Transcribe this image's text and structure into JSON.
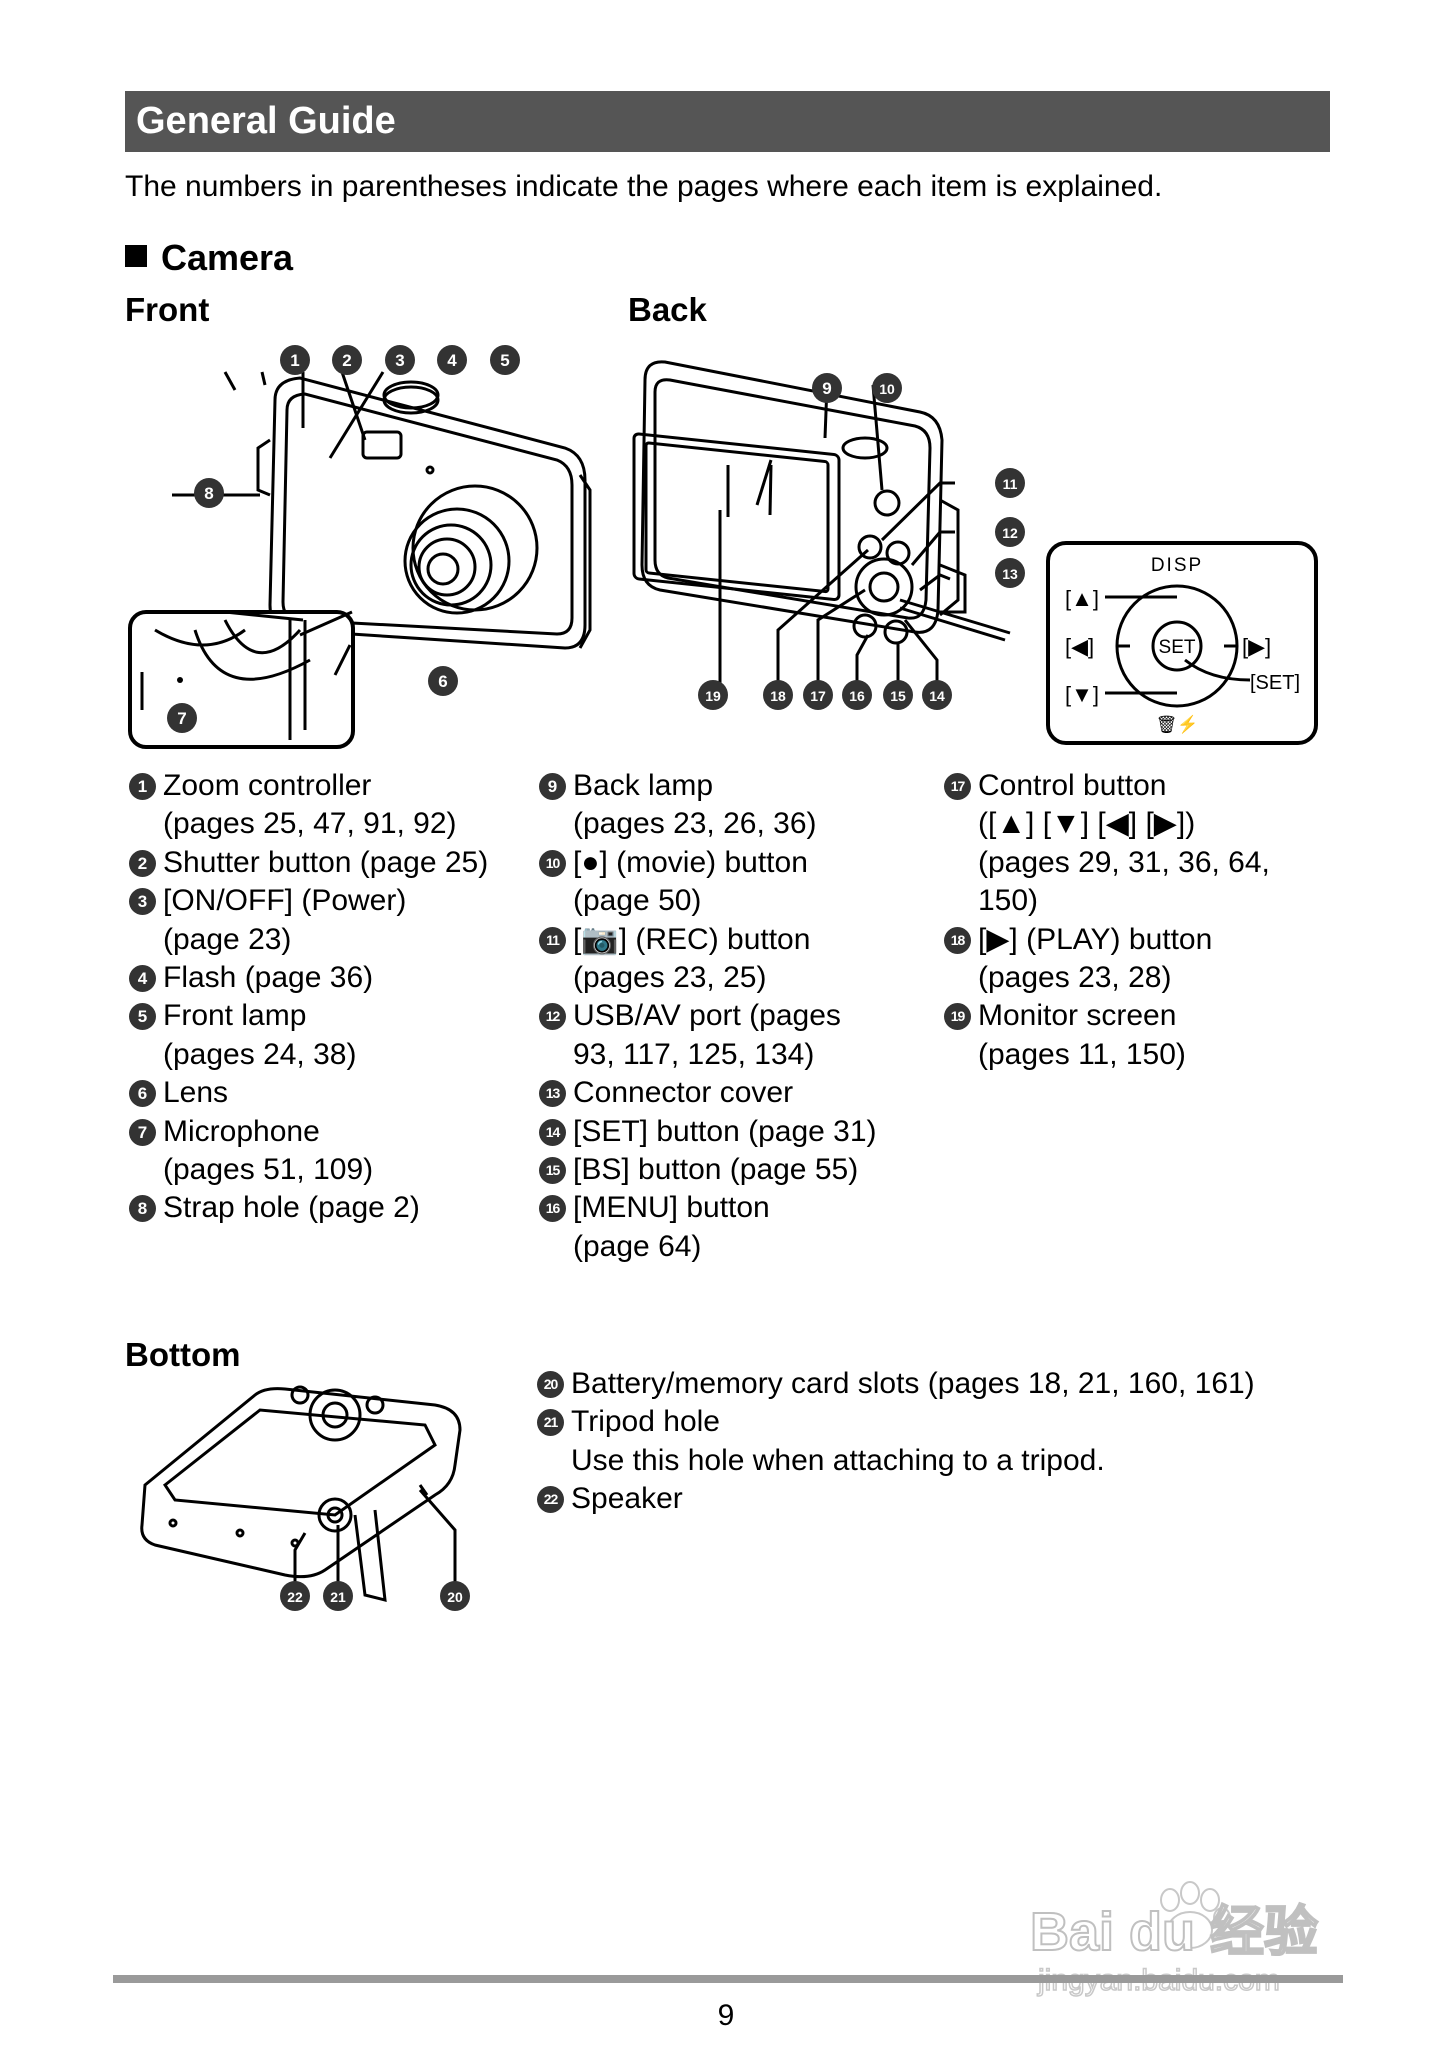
{
  "header": {
    "title": "General Guide"
  },
  "intro": "The numbers in parentheses indicate the pages where each item is explained.",
  "camera_heading": "Camera",
  "front": {
    "title": "Front",
    "callouts": [
      "1",
      "2",
      "3",
      "4",
      "5",
      "6",
      "7",
      "8"
    ]
  },
  "back": {
    "title": "Back",
    "callouts": [
      "9",
      "10",
      "11",
      "12",
      "13",
      "14",
      "15",
      "16",
      "17",
      "18",
      "19"
    ],
    "dpad": {
      "disp": "DISP",
      "up": "[▲]",
      "left": "[◀]",
      "right": "[▶]",
      "down": "[▼]",
      "set_center": "SET",
      "set_label": "[SET]",
      "below_icons": "🗑⚡"
    }
  },
  "bottom": {
    "title": "Bottom",
    "callouts": [
      "22",
      "21",
      "20"
    ]
  },
  "items_col1": [
    {
      "num": "1",
      "text": "Zoom controller\n(pages 25, 47, 91, 92)"
    },
    {
      "num": "2",
      "text": "Shutter button (page 25)"
    },
    {
      "num": "3",
      "text": "[ON/OFF] (Power)\n(page 23)"
    },
    {
      "num": "4",
      "text": "Flash (page 36)"
    },
    {
      "num": "5",
      "text": "Front lamp\n(pages 24, 38)"
    },
    {
      "num": "6",
      "text": "Lens"
    },
    {
      "num": "7",
      "text": "Microphone\n(pages 51, 109)"
    },
    {
      "num": "8",
      "text": "Strap hole (page 2)"
    }
  ],
  "items_col2": [
    {
      "num": "9",
      "text": "Back lamp\n(pages 23, 26, 36)"
    },
    {
      "num": "10",
      "text": "[●] (movie) button\n(page 50)"
    },
    {
      "num": "11",
      "text": "[📷] (REC) button\n(pages 23, 25)"
    },
    {
      "num": "12",
      "text": "USB/AV port (pages\n93, 117, 125, 134)"
    },
    {
      "num": "13",
      "text": "Connector cover"
    },
    {
      "num": "14",
      "text": "[SET] button (page 31)"
    },
    {
      "num": "15",
      "text": "[BS] button (page 55)"
    },
    {
      "num": "16",
      "text": "[MENU] button\n(page 64)"
    }
  ],
  "items_col3": [
    {
      "num": "17",
      "text": "Control button\n([▲] [▼] [◀] [▶])\n(pages 29, 31, 36, 64,\n150)"
    },
    {
      "num": "18",
      "text": "[▶] (PLAY) button\n(pages 23, 28)"
    },
    {
      "num": "19",
      "text": "Monitor screen\n(pages 11, 150)"
    }
  ],
  "items_bottom": [
    {
      "num": "20",
      "text": "Battery/memory card slots (pages 18, 21, 160, 161)"
    },
    {
      "num": "21",
      "text": "Tripod hole\nUse this hole when attaching to a tripod."
    },
    {
      "num": "22",
      "text": "Speaker"
    }
  ],
  "page_number": "9",
  "watermark": {
    "main": "Bai du 经验",
    "sub": "jingyan.baidu.com"
  }
}
